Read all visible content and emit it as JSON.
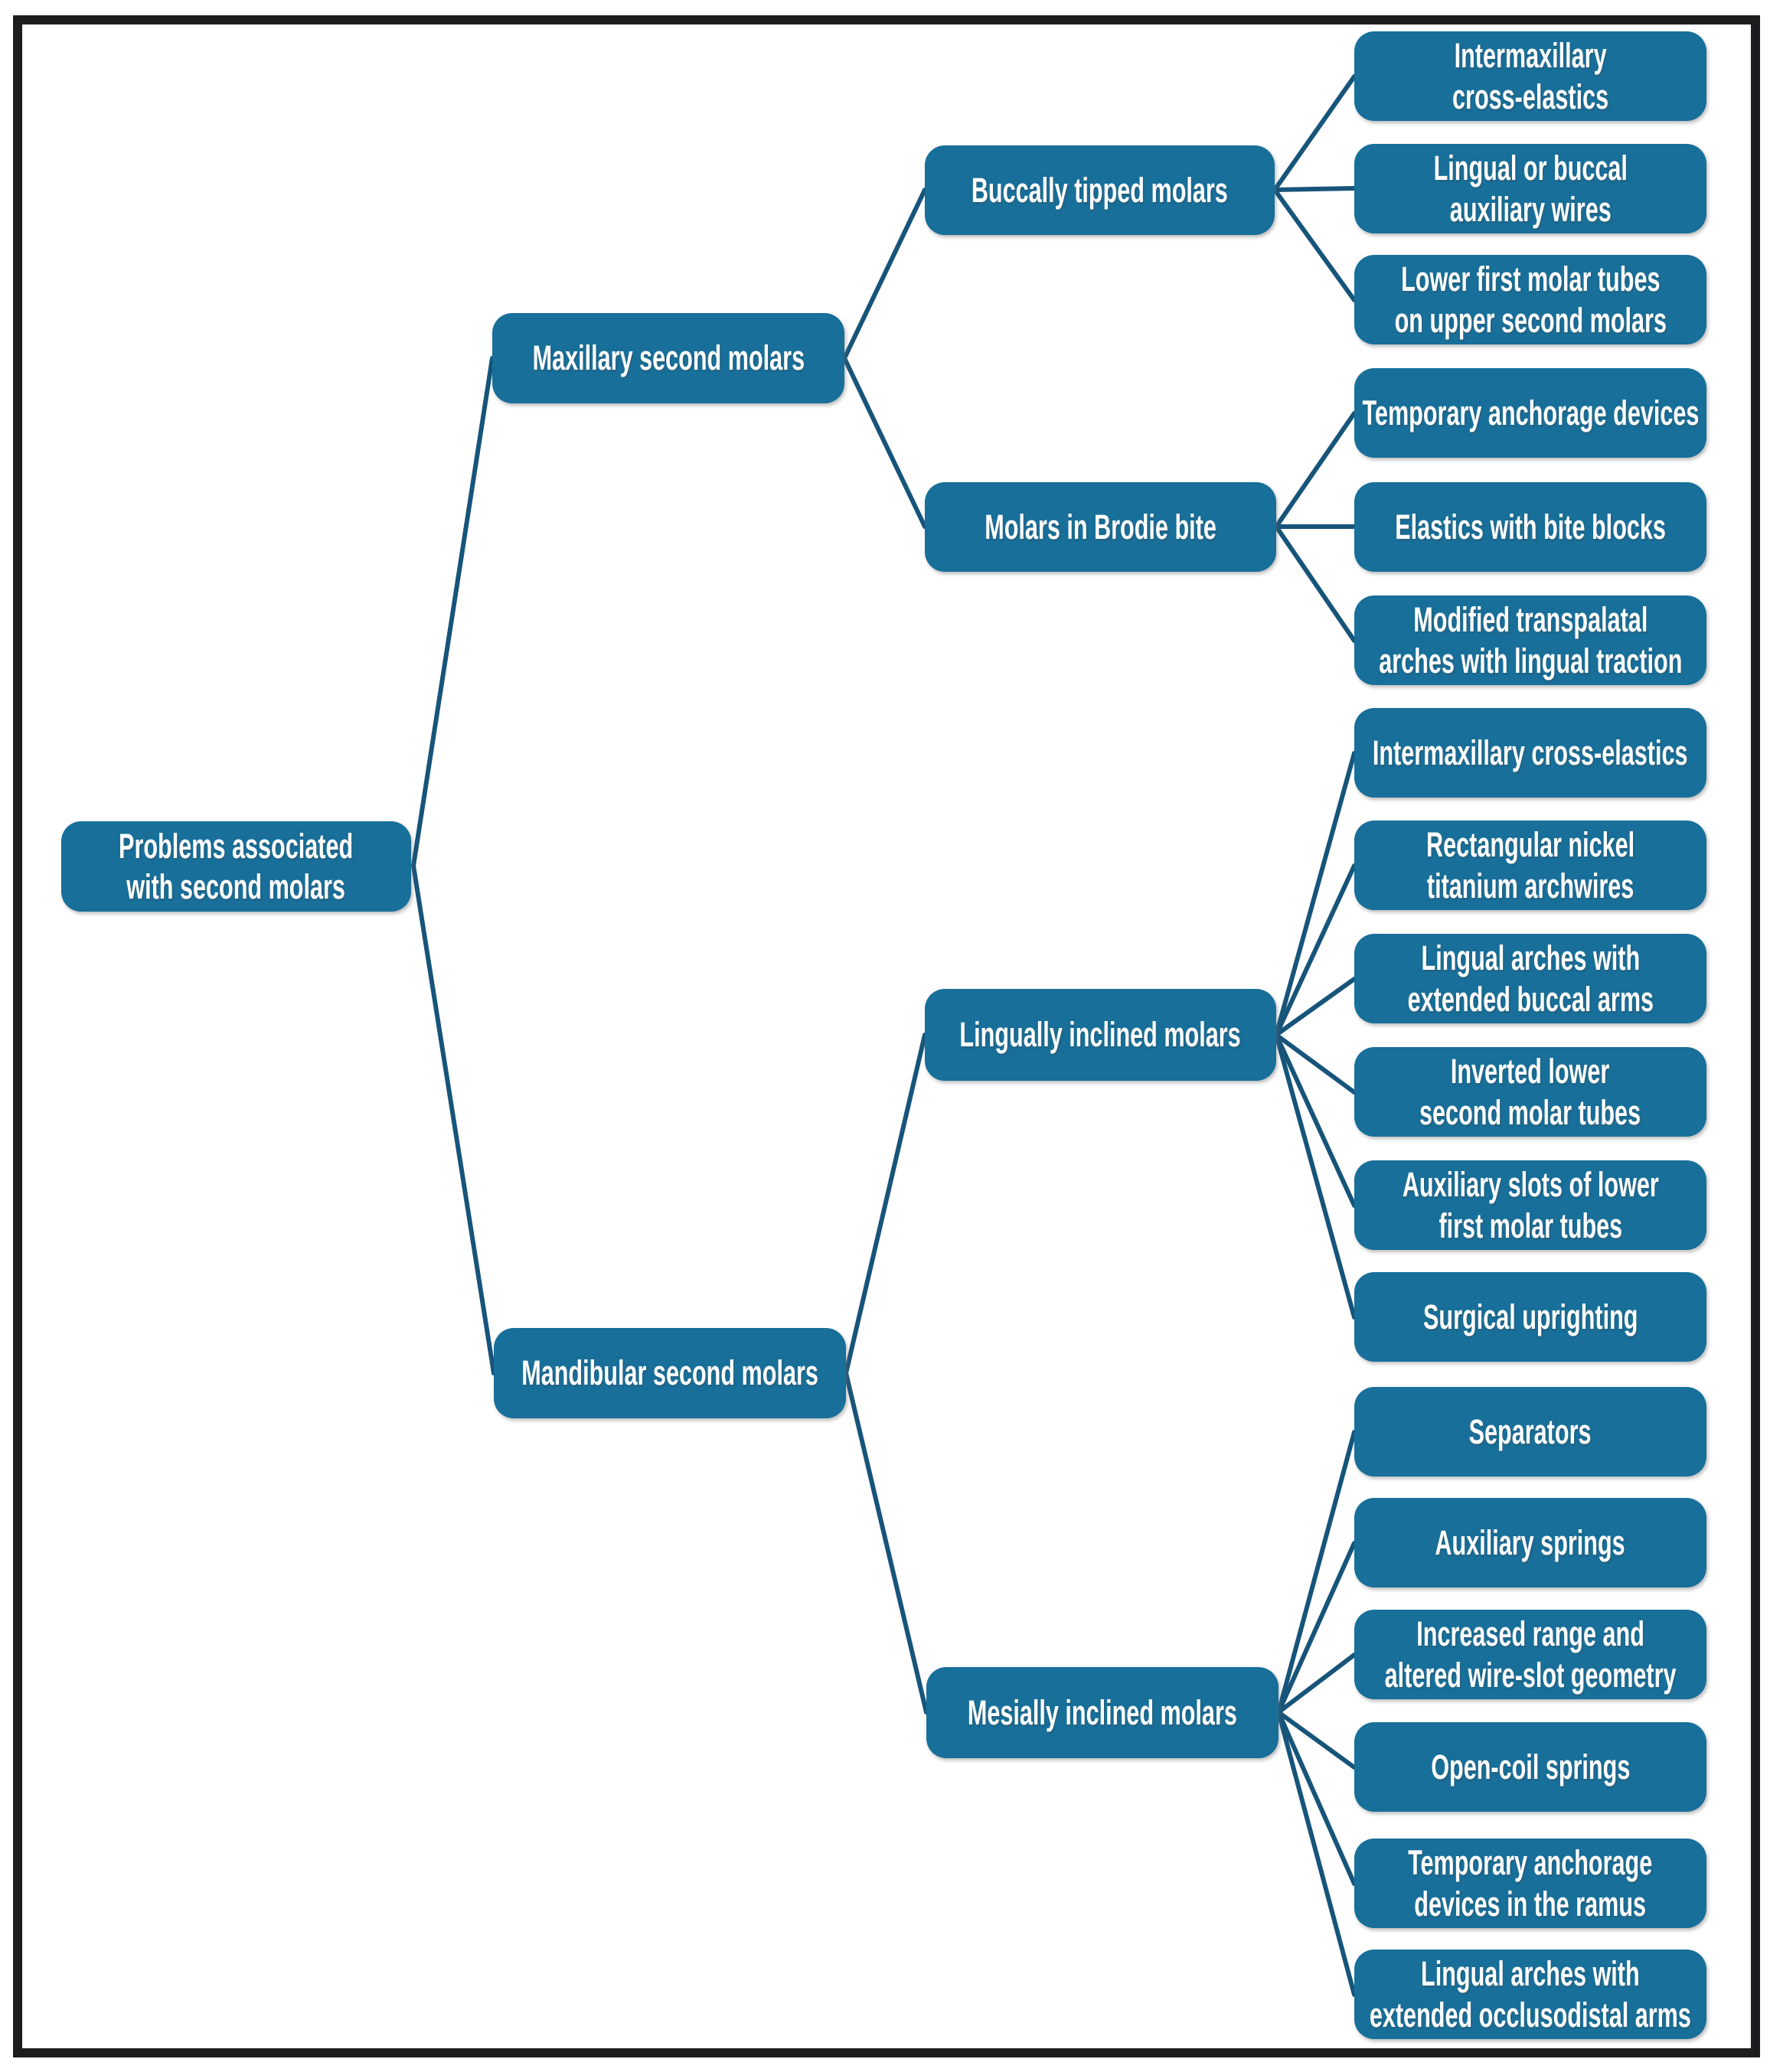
{
  "colors": {
    "node_fill": "#176f9a",
    "node_text": "#ffffff",
    "connector": "#17547a",
    "frame": "#1d1d1f",
    "background": "#ffffff"
  },
  "tree": {
    "root": {
      "label": "Problems associated\nwith second molars"
    },
    "branches": [
      {
        "label": "Maxillary second molars",
        "problems": [
          {
            "label": "Buccally tipped molars",
            "solutions": [
              "Intermaxillary\ncross-elastics",
              "Lingual or buccal\nauxiliary wires",
              "Lower first molar tubes\non upper second molars"
            ]
          },
          {
            "label": "Molars in Brodie bite",
            "solutions": [
              "Temporary anchorage devices",
              "Elastics with bite blocks",
              "Modified transpalatal\narches with lingual traction"
            ]
          }
        ]
      },
      {
        "label": "Mandibular second molars",
        "problems": [
          {
            "label": "Lingually inclined molars",
            "solutions": [
              "Intermaxillary cross-elastics",
              "Rectangular nickel\ntitanium archwires",
              "Lingual arches with\nextended buccal arms",
              "Inverted lower\nsecond molar tubes",
              "Auxiliary slots of lower\nfirst molar tubes",
              "Surgical uprighting"
            ]
          },
          {
            "label": "Mesially inclined molars",
            "solutions": [
              "Separators",
              "Auxiliary springs",
              "Increased range and\naltered wire-slot geometry",
              "Open-coil springs",
              "Temporary anchorage\ndevices in the ramus",
              "Lingual arches with\nextended occlusodistal arms"
            ]
          }
        ]
      }
    ]
  }
}
